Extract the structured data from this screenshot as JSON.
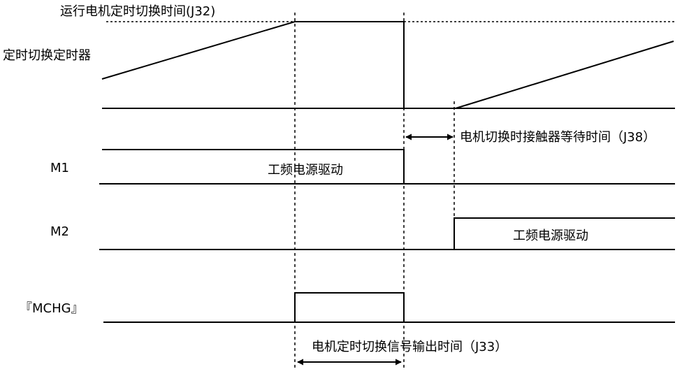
{
  "labels": {
    "run_switch_time": "运行电机定时切换时间(J32)",
    "switch_timer": "定时切换定时器",
    "contactor_wait": "电机切换时接触器等待时间（J38）",
    "m1": "M1",
    "m1_drive": "工频电源驱动",
    "m2": "M2",
    "m2_drive": "工频电源驱动",
    "mchg": "『MCHG』",
    "signal_output": "电机定时切换信号输出时间（J33）"
  },
  "colors": {
    "line": "#000000",
    "background": "#ffffff"
  }
}
